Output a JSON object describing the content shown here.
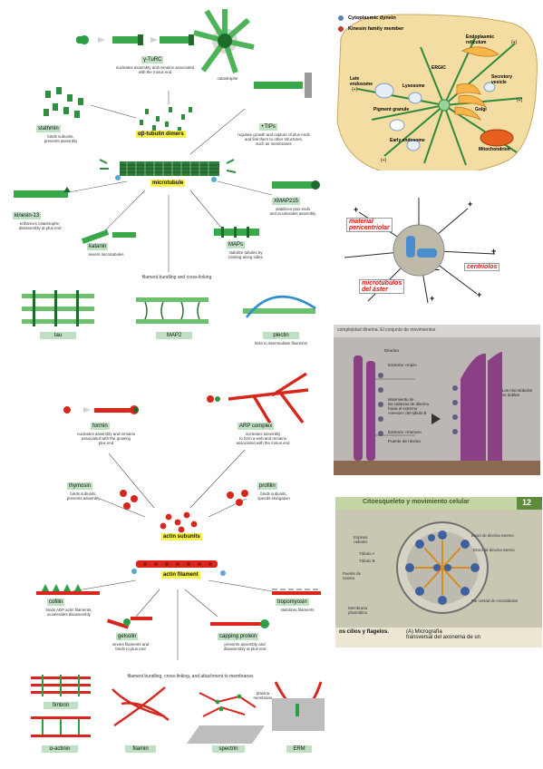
{
  "microtubule_panel": {
    "top_labels": {
      "gamma_turc": "γ-TuRC",
      "catastrophe": "catastrophe"
    },
    "gamma_turc_caption": "nucleates assembly and remains associated with the minus end",
    "stathmin": {
      "label": "stathmin",
      "caption": "binds subunits,\nprevents assembly"
    },
    "subunits": "αβ-tubulin dimers",
    "tips": {
      "label": "+TIPs",
      "caption": "regulate growth and capture of plus ends\nand link them to other structures,\nsuch as membranes"
    },
    "filament": "microtubule",
    "kinesin13": {
      "label": "kinesin-13",
      "caption": "enhances catastrophe;\ndisassembly at plus end"
    },
    "katanin": {
      "label": "katanin",
      "caption": "severs microtubules"
    },
    "xmap215": {
      "label": "XMAP215",
      "caption": "stabilizes plus ends\nand accelerates assembly"
    },
    "maps": {
      "label": "MAPs",
      "caption": "stabilize tubules by\nbinding along sides"
    },
    "bundling_title": "filament bundling and cross-linking",
    "tau": "tau",
    "map2": "MAP2",
    "plectin": {
      "label": "plectin",
      "caption": "links to intermediate filaments"
    }
  },
  "actin_panel": {
    "formin": {
      "label": "formin",
      "caption": "nucleates assembly and remains\nassociated with the growing\nplus end"
    },
    "arp": {
      "label": "ARP complex",
      "caption": "nucleates assembly\nto form a web and remains\nassociated with the minus end"
    },
    "thymosin": {
      "label": "thymosin",
      "caption": "binds subunits,\nprevents assembly"
    },
    "profilin": {
      "label": "profilin",
      "caption": "binds subunits,\nspeeds elongation"
    },
    "subunits": "actin subunits",
    "filament": "actin filament",
    "cofilin": {
      "label": "cofilin",
      "caption": "binds ADP actin filaments,\naccelerates disassembly"
    },
    "gelsolin": {
      "label": "gelsolin",
      "caption": "severs filaments and\nbinds to plus end"
    },
    "capping": {
      "label": "capping protein",
      "caption": "prevents assembly and\ndisassembly at plus end"
    },
    "tropomyosin": {
      "label": "tropomyosin",
      "caption": "stabilizes filaments"
    },
    "bundling_title": "filament bundling, cross-linking, and attachment to membranes",
    "membrane": "plasma\nmembrane",
    "fimbrin": "fimbrin",
    "alpha_actinin": "α-actinin",
    "filamin": "filamin",
    "spectrin": "spectrin",
    "erm": "ERM"
  },
  "cell_panel": {
    "legend": [
      "Cytoplasmic dynein",
      "Kinesin family member"
    ],
    "organelles": [
      "Endoplasmic reticulum",
      "ERGIC",
      "Late endosome",
      "Lysosome",
      "Secretory vesicle",
      "Pigment granule",
      "Golgi",
      "Early endosome",
      "Mitochondrion"
    ],
    "plus": "(+)"
  },
  "centrosome_panel": {
    "material": "material\npericentriolar",
    "centriolos": "centriolos",
    "microtubulos": "microtúbulos\ndel áster",
    "plus": "+",
    "minus": "–"
  },
  "dynein_photo": {
    "labels": [
      "Dineína",
      "Extremo «más»",
      "Movimiento de\nlas cabezas de dineína\nhacia el extremo\n«menos» del túbulo B",
      "Los microtúbulos\nse doblan",
      "Extremo «menos»",
      "Puente de nexina"
    ],
    "header": "complejidad dineína. El conjunto de movimientos"
  },
  "axoneme_photo": {
    "title": "Citoesqueleto y movimiento celular",
    "chapter": "12",
    "labels": [
      "Espinas\nradiales",
      "Túbulo A",
      "Túbulo B",
      "Puente de\nnexina",
      "Membrana\nplasmática",
      "Brazo de dineína externo",
      "Brazo de dineína interno",
      "Par central de microtúbulos"
    ],
    "caption_bold": "os cilios y flagelos.",
    "caption": "(A) Micrografía\ntransversal del axonema de un"
  }
}
